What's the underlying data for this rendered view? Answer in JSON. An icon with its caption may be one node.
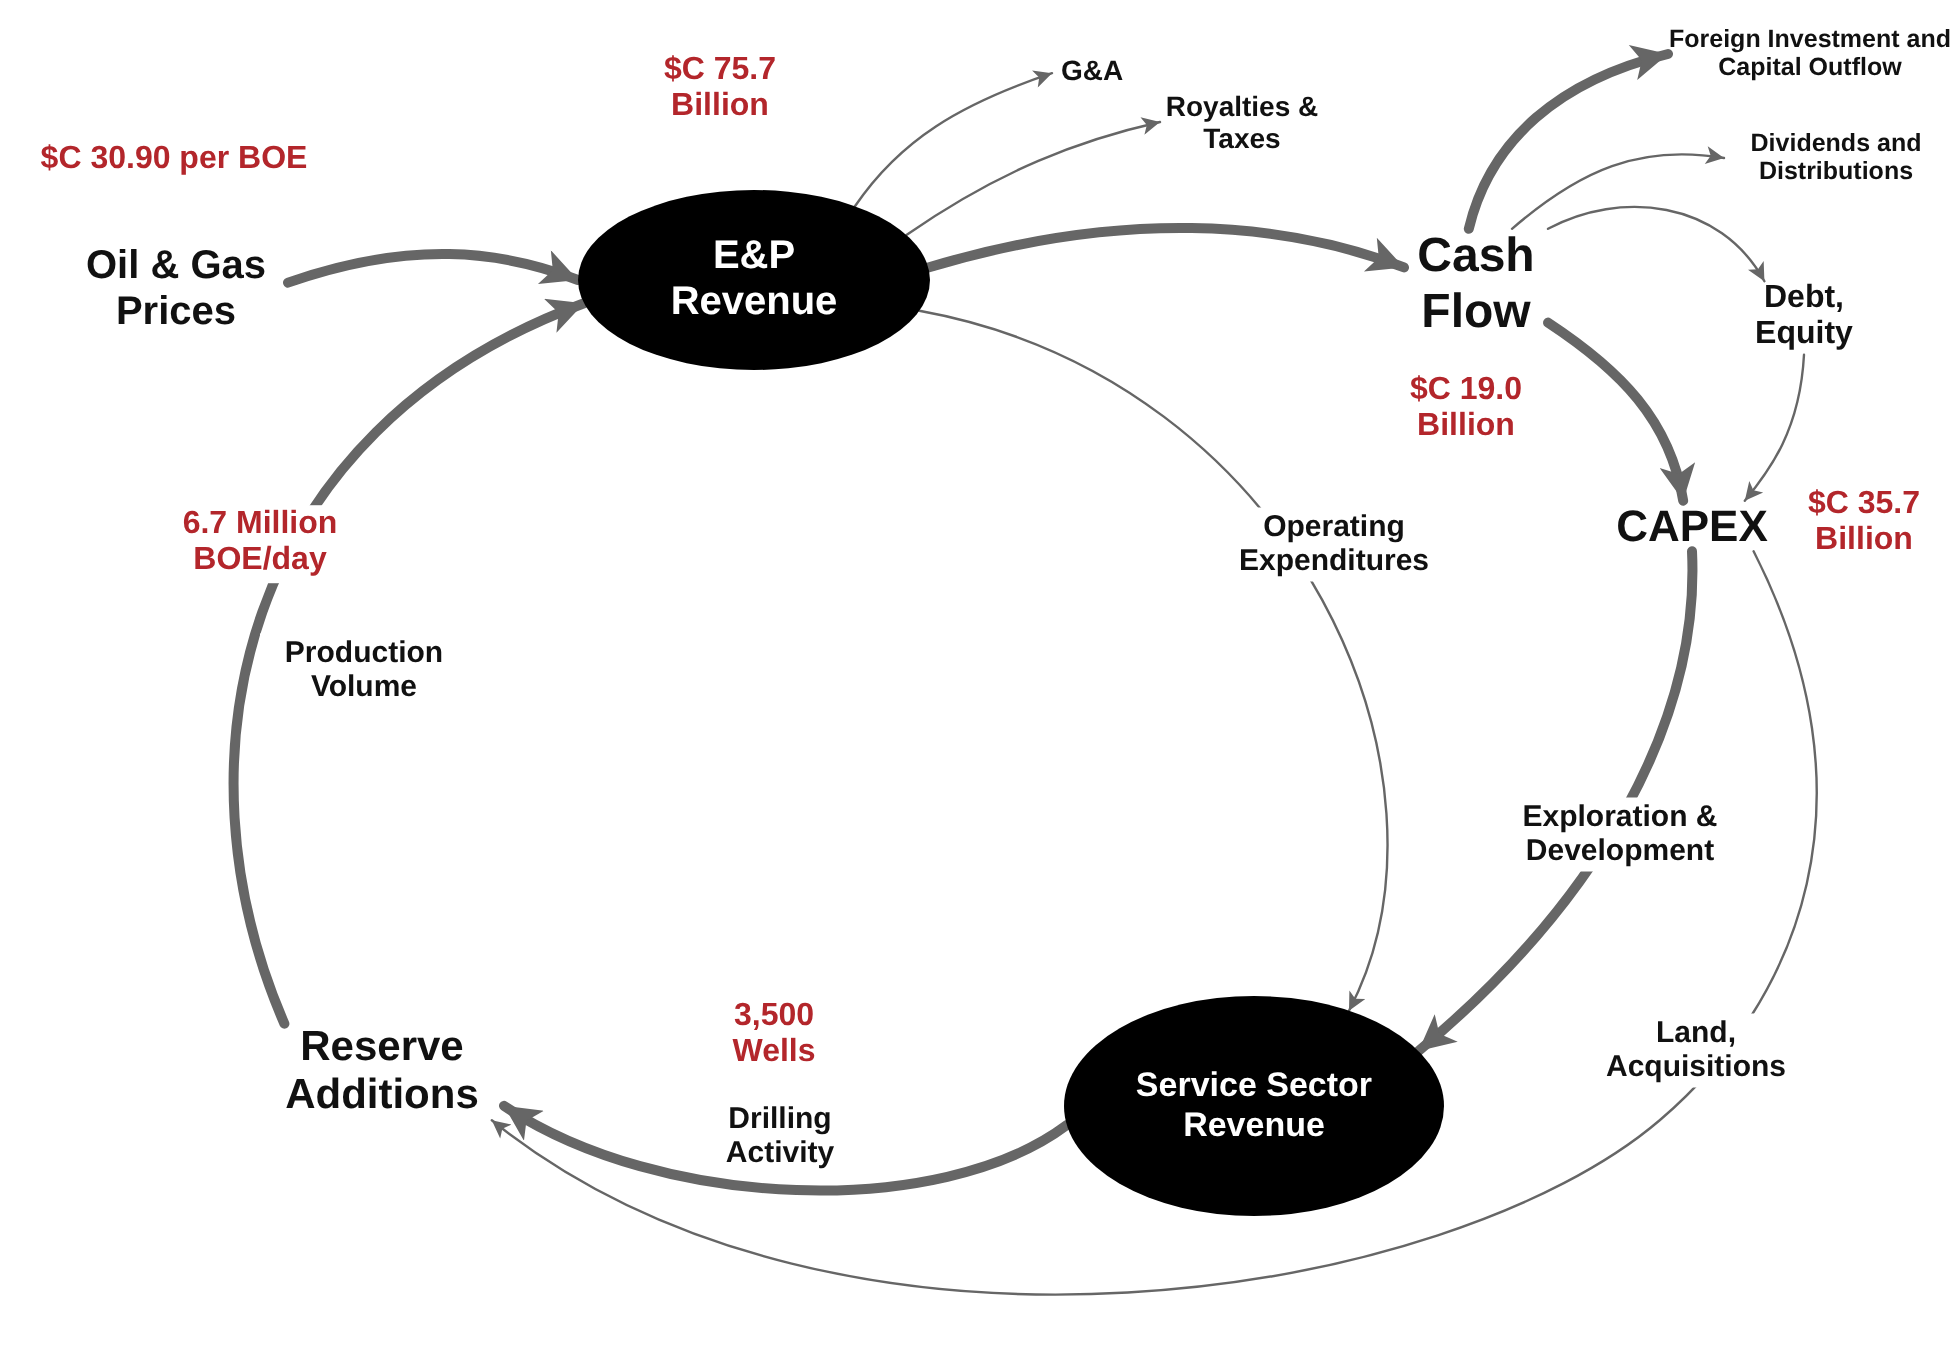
{
  "diagram": {
    "nodes": [
      {
        "text": [
          "Oil & Gas Prices"
        ],
        "beside": [
          "$C 30.90 per BOE"
        ]
      },
      {
        "text": [
          "E&P Revenue"
        ],
        "beside": [
          "$C 75.7 Billion"
        ]
      },
      {
        "text": [
          "G&A"
        ]
      },
      {
        "text": [
          "Royalties & Taxes"
        ]
      },
      {
        "text": [
          "Cash Flow"
        ],
        "beside": [
          "$C 19.0 Billion"
        ]
      },
      {
        "text": [
          "Foreign Investment and Capital Outflow"
        ]
      },
      {
        "text": [
          "Dividends and Distributions"
        ]
      },
      {
        "text": [
          "Debt, Equity"
        ]
      },
      {
        "text": [
          "CAPEX"
        ],
        "beside": [
          "$C 35.7 Billion"
        ]
      },
      {
        "text": [
          "Service Sector Revenue"
        ]
      },
      {
        "text": [
          "Reserve Additions"
        ]
      }
    ],
    "edges": [
      {
        "from": 0,
        "to": 1,
        "arrow": "to",
        "style": "thick"
      },
      {
        "from": 1,
        "to": 2,
        "arrow": "to"
      },
      {
        "from": 1,
        "to": 3,
        "arrow": "to"
      },
      {
        "from": 1,
        "to": 4,
        "arrow": "to",
        "style": "thick"
      },
      {
        "from": 4,
        "to": 5,
        "arrow": "to",
        "style": "thick"
      },
      {
        "from": 4,
        "to": 6,
        "arrow": "to"
      },
      {
        "from": 4,
        "to": 7,
        "arrow": "to"
      },
      {
        "from": 4,
        "to": 8,
        "arrow": "to",
        "style": "thick"
      },
      {
        "from": 7,
        "to": 8,
        "arrow": "to"
      },
      {
        "from": 1,
        "to": 9,
        "arrow": "to",
        "label": "Operating Expenditures"
      },
      {
        "from": 8,
        "to": 9,
        "arrow": "to",
        "style": "thick",
        "label": "Exploration & Development"
      },
      {
        "from": 8,
        "to": 10,
        "arrow": "to",
        "label": "Land, Acquisitions"
      },
      {
        "from": 9,
        "to": 10,
        "arrow": "to",
        "style": "thick",
        "label": "Drilling Activity"
      },
      {
        "from": 10,
        "to": 1,
        "arrow": "to",
        "style": "thick",
        "label": "Production Volume"
      }
    ],
    "labels": [
      "6.7 Million BOE/day",
      "3,500 Wells"
    ]
  }
}
